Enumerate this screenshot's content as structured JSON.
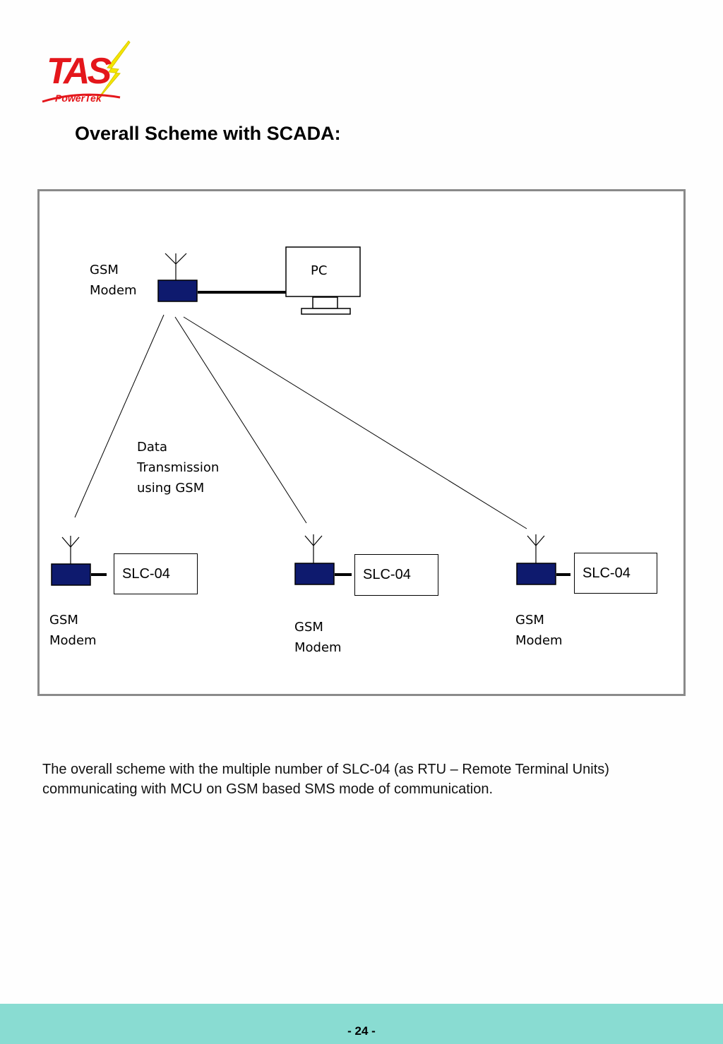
{
  "logo": {
    "brand": "TAS",
    "tagline": "PowerTek"
  },
  "heading": "Overall Scheme with SCADA:",
  "diagram": {
    "pc_label": "PC",
    "master_modem_label_line1": "GSM",
    "master_modem_label_line2": "Modem",
    "link_label_line1": "Data",
    "link_label_line2": "Transmission",
    "link_label_line3": "using GSM",
    "rtus": [
      {
        "slc_label": "SLC-04",
        "modem_line1": "GSM",
        "modem_line2": "Modem"
      },
      {
        "slc_label": "SLC-04",
        "modem_line1": "GSM",
        "modem_line2": "Modem"
      },
      {
        "slc_label": "SLC-04",
        "modem_line1": "GSM",
        "modem_line2": "Modem"
      }
    ],
    "colors": {
      "modem": "#0e1a6e",
      "frame": "#8a8a8a"
    }
  },
  "caption": "The overall scheme with the multiple number of SLC-04 (as RTU – Remote Terminal Units) communicating with MCU on GSM based SMS mode of communication.",
  "footer": {
    "page_number": "- 24 -",
    "color": "#89dcd2"
  }
}
